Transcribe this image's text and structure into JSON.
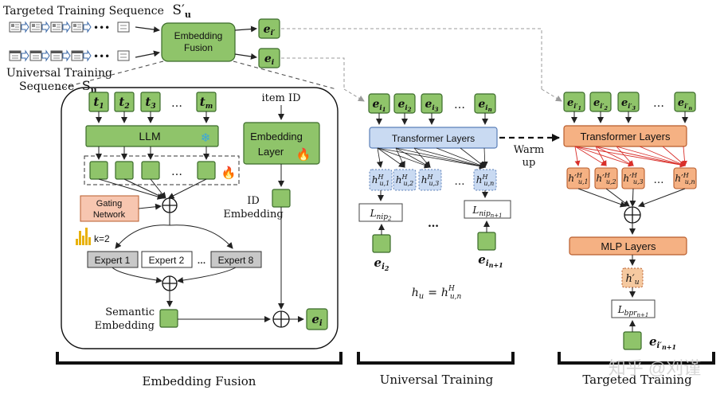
{
  "colors": {
    "green_fill": "#8fc46a",
    "green_stroke": "#3b6b2a",
    "blue_fill": "#c9daf2",
    "blue_stroke": "#5b7fb8",
    "orange_fill": "#f5b183",
    "orange_stroke": "#b85c2c",
    "salmon_fill": "#f7c6b0",
    "grey_fill": "#c8c8c8",
    "red_arrow": "#d9302b",
    "dashed_grey": "#9b9b9b",
    "watermark": "#cfcfcf"
  },
  "top": {
    "targeted_seq_label": "Targeted Training Sequence",
    "targeted_seq_symbol": "S′",
    "targeted_seq_sub": "u",
    "universal_seq_line1": "Universal Training",
    "universal_seq_line2": "Sequence",
    "universal_seq_symbol": "S",
    "universal_seq_sub": "u",
    "ellipsis": "•••",
    "fusion_box_line1": "Embedding",
    "fusion_box_line2": "Fusion",
    "out_top_main": "e",
    "out_top_sub": "i′",
    "out_bottom_main": "e",
    "out_bottom_sub": "i"
  },
  "fusion": {
    "tokens": [
      {
        "main": "t",
        "sub": "1"
      },
      {
        "main": "t",
        "sub": "2"
      },
      {
        "main": "t",
        "sub": "3"
      },
      {
        "main": "t",
        "sub": "m"
      }
    ],
    "dots": "…",
    "llm_label": "LLM",
    "snowflake": "❄",
    "fire": "🔥",
    "gating_line1": "Gating",
    "gating_line2": "Network",
    "k_label": "k=2",
    "experts": [
      "Expert 1",
      "Expert 2",
      "Expert 8"
    ],
    "semantic_line1": "Semantic",
    "semantic_line2": "Embedding",
    "item_id_label": "item ID",
    "emb_layer_line1": "Embedding",
    "emb_layer_line2": "Layer",
    "id_emb_line1": "ID",
    "id_emb_line2": "Embedding",
    "out_main": "e",
    "out_sub": "i",
    "section_label": "Embedding Fusion"
  },
  "universal": {
    "inputs": [
      {
        "main": "e",
        "sub": "i",
        "subsub": "1"
      },
      {
        "main": "e",
        "sub": "i",
        "subsub": "2"
      },
      {
        "main": "e",
        "sub": "i",
        "subsub": "3"
      },
      {
        "main": "e",
        "sub": "i",
        "subsub": "n"
      }
    ],
    "dots": "…",
    "transformer_label": "Transformer Layers",
    "hidden": [
      {
        "sub": "u,1"
      },
      {
        "sub": "u,2"
      },
      {
        "sub": "u,3"
      },
      {
        "sub": "u,n"
      }
    ],
    "hidden_main": "h",
    "hidden_sup": "H",
    "loss_left_main": "L",
    "loss_left_sub": "nip",
    "loss_left_subsub": "2",
    "loss_right_main": "L",
    "loss_right_sub": "nip",
    "loss_right_subsub": "n+1",
    "target_left_main": "e",
    "target_left_sub": "i",
    "target_left_subsub": "2",
    "target_right_main": "e",
    "target_right_sub": "i",
    "target_right_subsub": "n+1",
    "formula_lhs": "h",
    "formula_lhs_sub": "u",
    "formula_eq": "=",
    "formula_rhs": "h",
    "formula_rhs_sup": "H",
    "formula_rhs_sub": "u,n",
    "section_label": "Universal Training"
  },
  "warmup": {
    "line1": "Warm",
    "line2": "up"
  },
  "targeted": {
    "inputs": [
      {
        "main": "e",
        "sub": "i′",
        "subsub": "1"
      },
      {
        "main": "e",
        "sub": "i′",
        "subsub": "2"
      },
      {
        "main": "e",
        "sub": "i′",
        "subsub": "3"
      },
      {
        "main": "e",
        "sub": "i′",
        "subsub": "n"
      }
    ],
    "dots": "…",
    "transformer_label": "Transformer Layers",
    "hidden": [
      {
        "sub": "u,1"
      },
      {
        "sub": "u,2"
      },
      {
        "sub": "u,3"
      },
      {
        "sub": "u,n"
      }
    ],
    "hidden_main": "h′",
    "hidden_sup": "H",
    "mlp_label": "MLP Layers",
    "hu_main": "h′",
    "hu_sub": "u",
    "loss_main": "L",
    "loss_sub": "bpr",
    "loss_subsub": "n+1",
    "target_main": "e",
    "target_sub": "i′",
    "target_subsub": "n+1",
    "section_label": "Targeted Training"
  },
  "watermark": "知乎 @刈谨"
}
